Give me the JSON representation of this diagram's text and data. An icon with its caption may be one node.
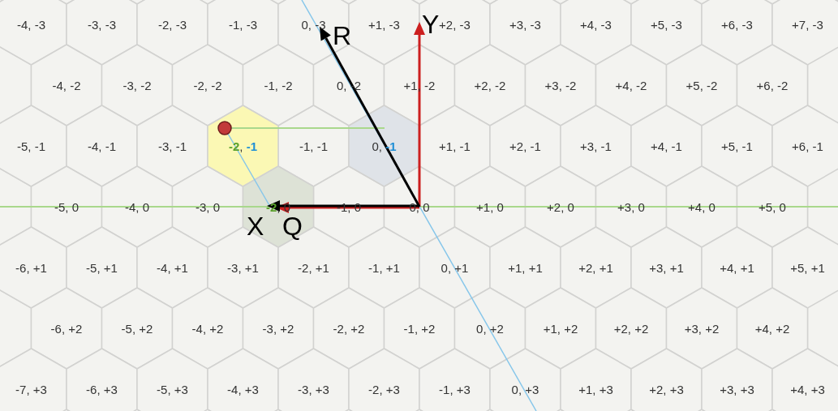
{
  "diagram": {
    "labels": [
      "-4, -3",
      "-3, -3",
      "-2, -3",
      "-1, -3",
      "0, -3",
      "+1, -3",
      "+2, -3",
      "+3, -3",
      "+4, -3",
      "+5, -3",
      "+6, -3",
      "+7, -3",
      "-4, -2",
      "-3, -2",
      "-2, -2",
      "-1, -2",
      "0, -2",
      "+1, -2",
      "+2, -2",
      "+3, -2",
      "+4, -2",
      "+5, -2",
      "+6, -2",
      "-5, -1",
      "-4, -1",
      "-3, -1",
      "**-2**, **-1**",
      "-1, -1",
      "0, **-1**",
      "+1, -1",
      "+2, -1",
      "+3, -1",
      "+4, -1",
      "+5, -1",
      "+6, -1",
      "-5, 0",
      "-4, 0",
      "-3, 0",
      "**-2**, 0",
      "-1, 0",
      "0, 0",
      "+1, 0",
      "+2, 0",
      "+3, 0",
      "+4, 0",
      "+5, 0",
      "-6, +1",
      "-5, +1",
      "-4, +1",
      "-3, +1",
      "-2, +1",
      "-1, +1",
      "0, +1",
      "+1, +1",
      "+2, +1",
      "+3, +1",
      "+4, +1",
      "+5, +1",
      "-6, +2",
      "-5, +2",
      "-4, +2",
      "-3, +2",
      "-2, +2",
      "-1, +2",
      "0, +2",
      "+1, +2",
      "+2, +2",
      "+3, +2",
      "+4, +2",
      "-7, +3",
      "-6, +3",
      "-5, +3",
      "-4, +3",
      "-3, +3",
      "-2, +3",
      "-1, +3",
      "0, +3",
      "+1, +3",
      "+2, +3",
      "+3, +3",
      "+4, +3",
      "Y",
      "R",
      "X",
      "Q"
    ]
  }
}
